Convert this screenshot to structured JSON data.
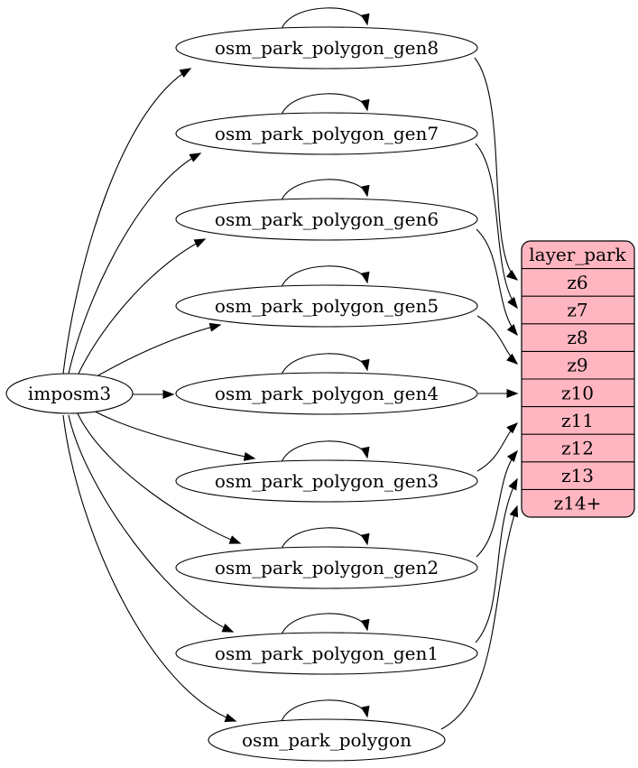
{
  "diagram": {
    "type": "graphviz-dependency-graph",
    "source": "imposm3",
    "tables": [
      "osm_park_polygon_gen8",
      "osm_park_polygon_gen7",
      "osm_park_polygon_gen6",
      "osm_park_polygon_gen5",
      "osm_park_polygon_gen4",
      "osm_park_polygon_gen3",
      "osm_park_polygon_gen2",
      "osm_park_polygon_gen1",
      "osm_park_polygon"
    ],
    "layer": {
      "title": "layer_park",
      "rows": [
        "z6",
        "z7",
        "z8",
        "z9",
        "z10",
        "z11",
        "z12",
        "z13",
        "z14+"
      ]
    },
    "edges": {
      "from_source": [
        {
          "from": "imposm3",
          "to": "osm_park_polygon_gen8"
        },
        {
          "from": "imposm3",
          "to": "osm_park_polygon_gen7"
        },
        {
          "from": "imposm3",
          "to": "osm_park_polygon_gen6"
        },
        {
          "from": "imposm3",
          "to": "osm_park_polygon_gen5"
        },
        {
          "from": "imposm3",
          "to": "osm_park_polygon_gen4"
        },
        {
          "from": "imposm3",
          "to": "osm_park_polygon_gen3"
        },
        {
          "from": "imposm3",
          "to": "osm_park_polygon_gen2"
        },
        {
          "from": "imposm3",
          "to": "osm_park_polygon_gen1"
        },
        {
          "from": "imposm3",
          "to": "osm_park_polygon"
        }
      ],
      "self_loops": [
        "osm_park_polygon_gen8",
        "osm_park_polygon_gen7",
        "osm_park_polygon_gen6",
        "osm_park_polygon_gen5",
        "osm_park_polygon_gen4",
        "osm_park_polygon_gen3",
        "osm_park_polygon_gen2",
        "osm_park_polygon_gen1",
        "osm_park_polygon"
      ],
      "to_layer": [
        {
          "from": "osm_park_polygon_gen8",
          "to": "z6"
        },
        {
          "from": "osm_park_polygon_gen7",
          "to": "z7"
        },
        {
          "from": "osm_park_polygon_gen6",
          "to": "z8"
        },
        {
          "from": "osm_park_polygon_gen5",
          "to": "z9"
        },
        {
          "from": "osm_park_polygon_gen4",
          "to": "z10"
        },
        {
          "from": "osm_park_polygon_gen3",
          "to": "z11"
        },
        {
          "from": "osm_park_polygon_gen2",
          "to": "z12"
        },
        {
          "from": "osm_park_polygon_gen1",
          "to": "z13"
        },
        {
          "from": "osm_park_polygon",
          "to": "z14+"
        }
      ]
    },
    "colors": {
      "layer_fill": "#ffb6c1",
      "node_fill": "#ffffff",
      "stroke": "#000000"
    }
  }
}
